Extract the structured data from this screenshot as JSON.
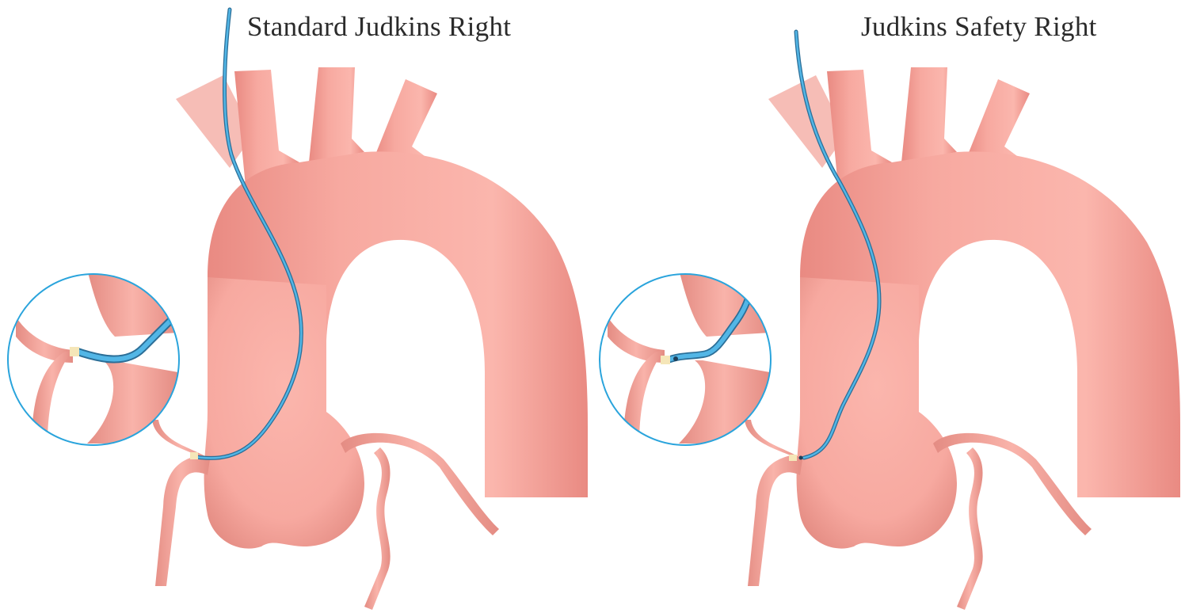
{
  "panels": [
    {
      "id": "standard",
      "title": "Standard Judkins Right"
    },
    {
      "id": "safety",
      "title": "Judkins Safety Right"
    }
  ],
  "colors": {
    "vessel": "#f7a9a0",
    "vessel_shade": "#e98a82",
    "vessel_highlight": "#ffc9c2",
    "catheter": "#52b6e6",
    "catheter_dark": "#2b6e97",
    "magnifier_ring": "#2aa4dc",
    "catheter_tip": "#f5e6b8"
  }
}
